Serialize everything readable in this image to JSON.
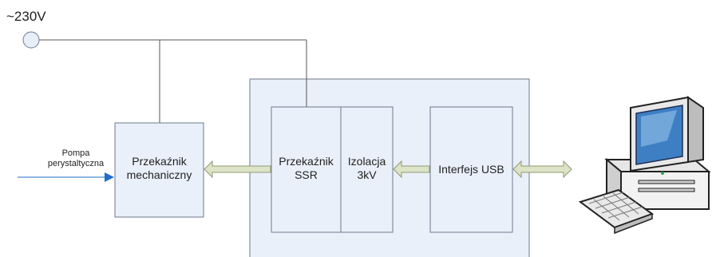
{
  "power": {
    "label": "~230V"
  },
  "pump": {
    "line1": "Pompa",
    "line2": "perystaltyczna"
  },
  "blocks": {
    "mechanical_relay": {
      "line1": "Przekaźnik",
      "line2": "mechaniczny"
    },
    "ssr_relay": {
      "line1": "Przekaźnik",
      "line2": "SSR"
    },
    "isolation": {
      "line1": "Izolacja",
      "line2": "3kV"
    },
    "usb_interface": {
      "label": "Interfejs USB"
    }
  },
  "icons": {
    "computer": "desktop-computer-icon",
    "power_terminal": "ac-terminal-icon"
  },
  "colors": {
    "block_fill": "#eaf0fa",
    "block_stroke": "#6c7a8c",
    "arrow_fill": "#dde3c6",
    "arrow_stroke": "#8f9a74",
    "pump_arrow": "#1f6fc7",
    "wire": "#555555"
  }
}
